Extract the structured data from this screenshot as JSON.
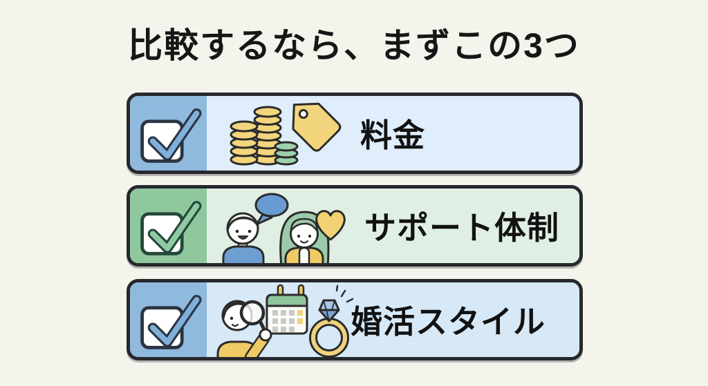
{
  "title": "比較するなら、まずこの3つ",
  "rows": [
    {
      "label": "料金",
      "theme": "blue",
      "checked": true,
      "icons": [
        "coin-stacks-icon",
        "price-tag-icon"
      ]
    },
    {
      "label": "サポート体制",
      "theme": "green",
      "checked": true,
      "icons": [
        "speech-bubble-icon",
        "couple-icon",
        "heart-icon"
      ]
    },
    {
      "label": "婚活スタイル",
      "theme": "blue",
      "checked": true,
      "icons": [
        "person-magnifying-glass-icon",
        "calendar-icon",
        "diamond-ring-icon"
      ]
    }
  ],
  "colors": {
    "background": "#f5f4ec",
    "row_border_ink": "#26282e",
    "blue_panel": "#8fb9dd",
    "blue_content_bg_light": "#dfeefa",
    "blue_content_bg_mid": "#d7e8f6",
    "green_panel": "#8fc89d",
    "green_content_bg": "#e0efe4",
    "check_blue": "#7eb0da",
    "check_blue_ink": "#2b3442",
    "check_green": "#8fcaa3",
    "check_green_ink": "#24483a",
    "accent_yellow": "#f3d57d",
    "accent_soft_green": "#9ccbaa",
    "accent_mid_blue": "#6d9fd2",
    "diamond_blue": "#7aa6d6",
    "title_text": "#161616",
    "label_text": "#121212"
  }
}
